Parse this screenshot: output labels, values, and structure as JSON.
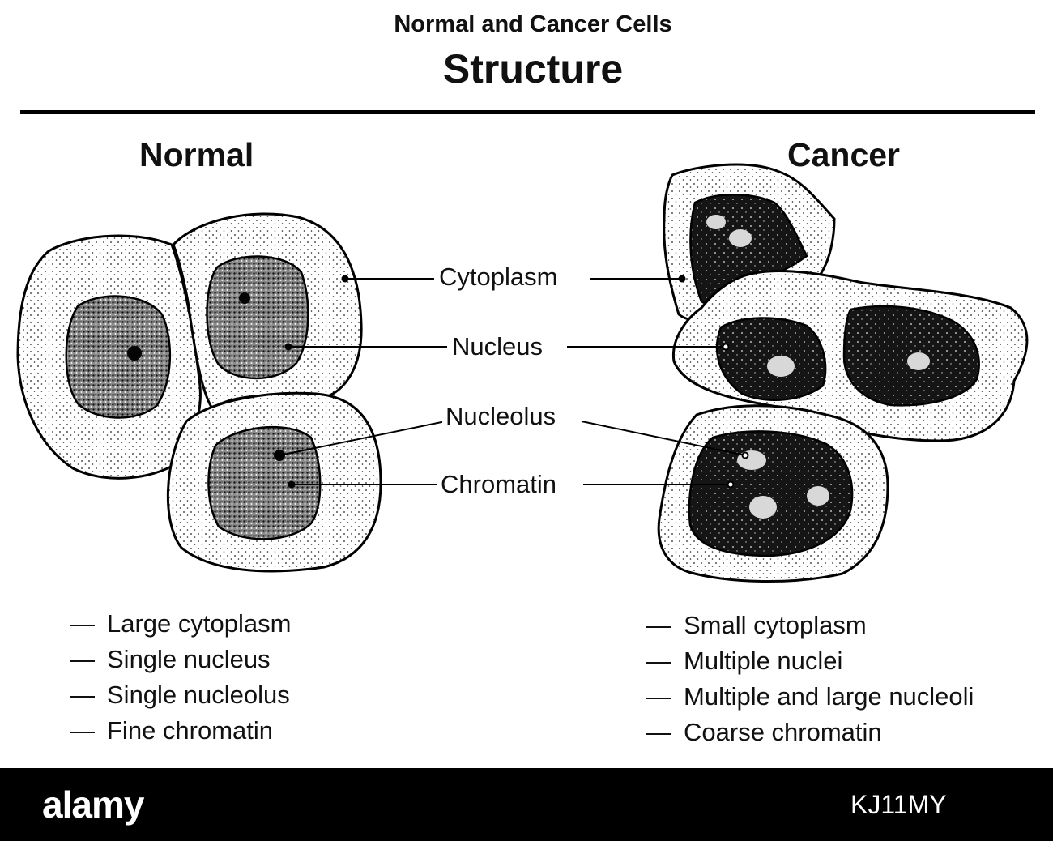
{
  "header": {
    "subtitle": "Normal and Cancer Cells",
    "title": "Structure"
  },
  "columns": {
    "normal": "Normal",
    "cancer": "Cancer"
  },
  "labels": {
    "cytoplasm": "Cytoplasm",
    "nucleus": "Nucleus",
    "nucleolus": "Nucleolus",
    "chromatin": "Chromatin"
  },
  "normal_traits": [
    "Large cytoplasm",
    "Single nucleus",
    "Single nucleolus",
    "Fine chromatin"
  ],
  "cancer_traits": [
    "Small cytoplasm",
    "Multiple nuclei",
    "Multiple and large nucleoli",
    "Coarse chromatin"
  ],
  "footer": {
    "logo": "alamy",
    "image_id": "KJ11MY"
  },
  "colors": {
    "cytoplasm_fill": "#e9e9e9",
    "normal_nucleus_fill": "#9a9a9a",
    "cancer_nucleus_fill": "#161616",
    "footer_bg": "#000000"
  }
}
